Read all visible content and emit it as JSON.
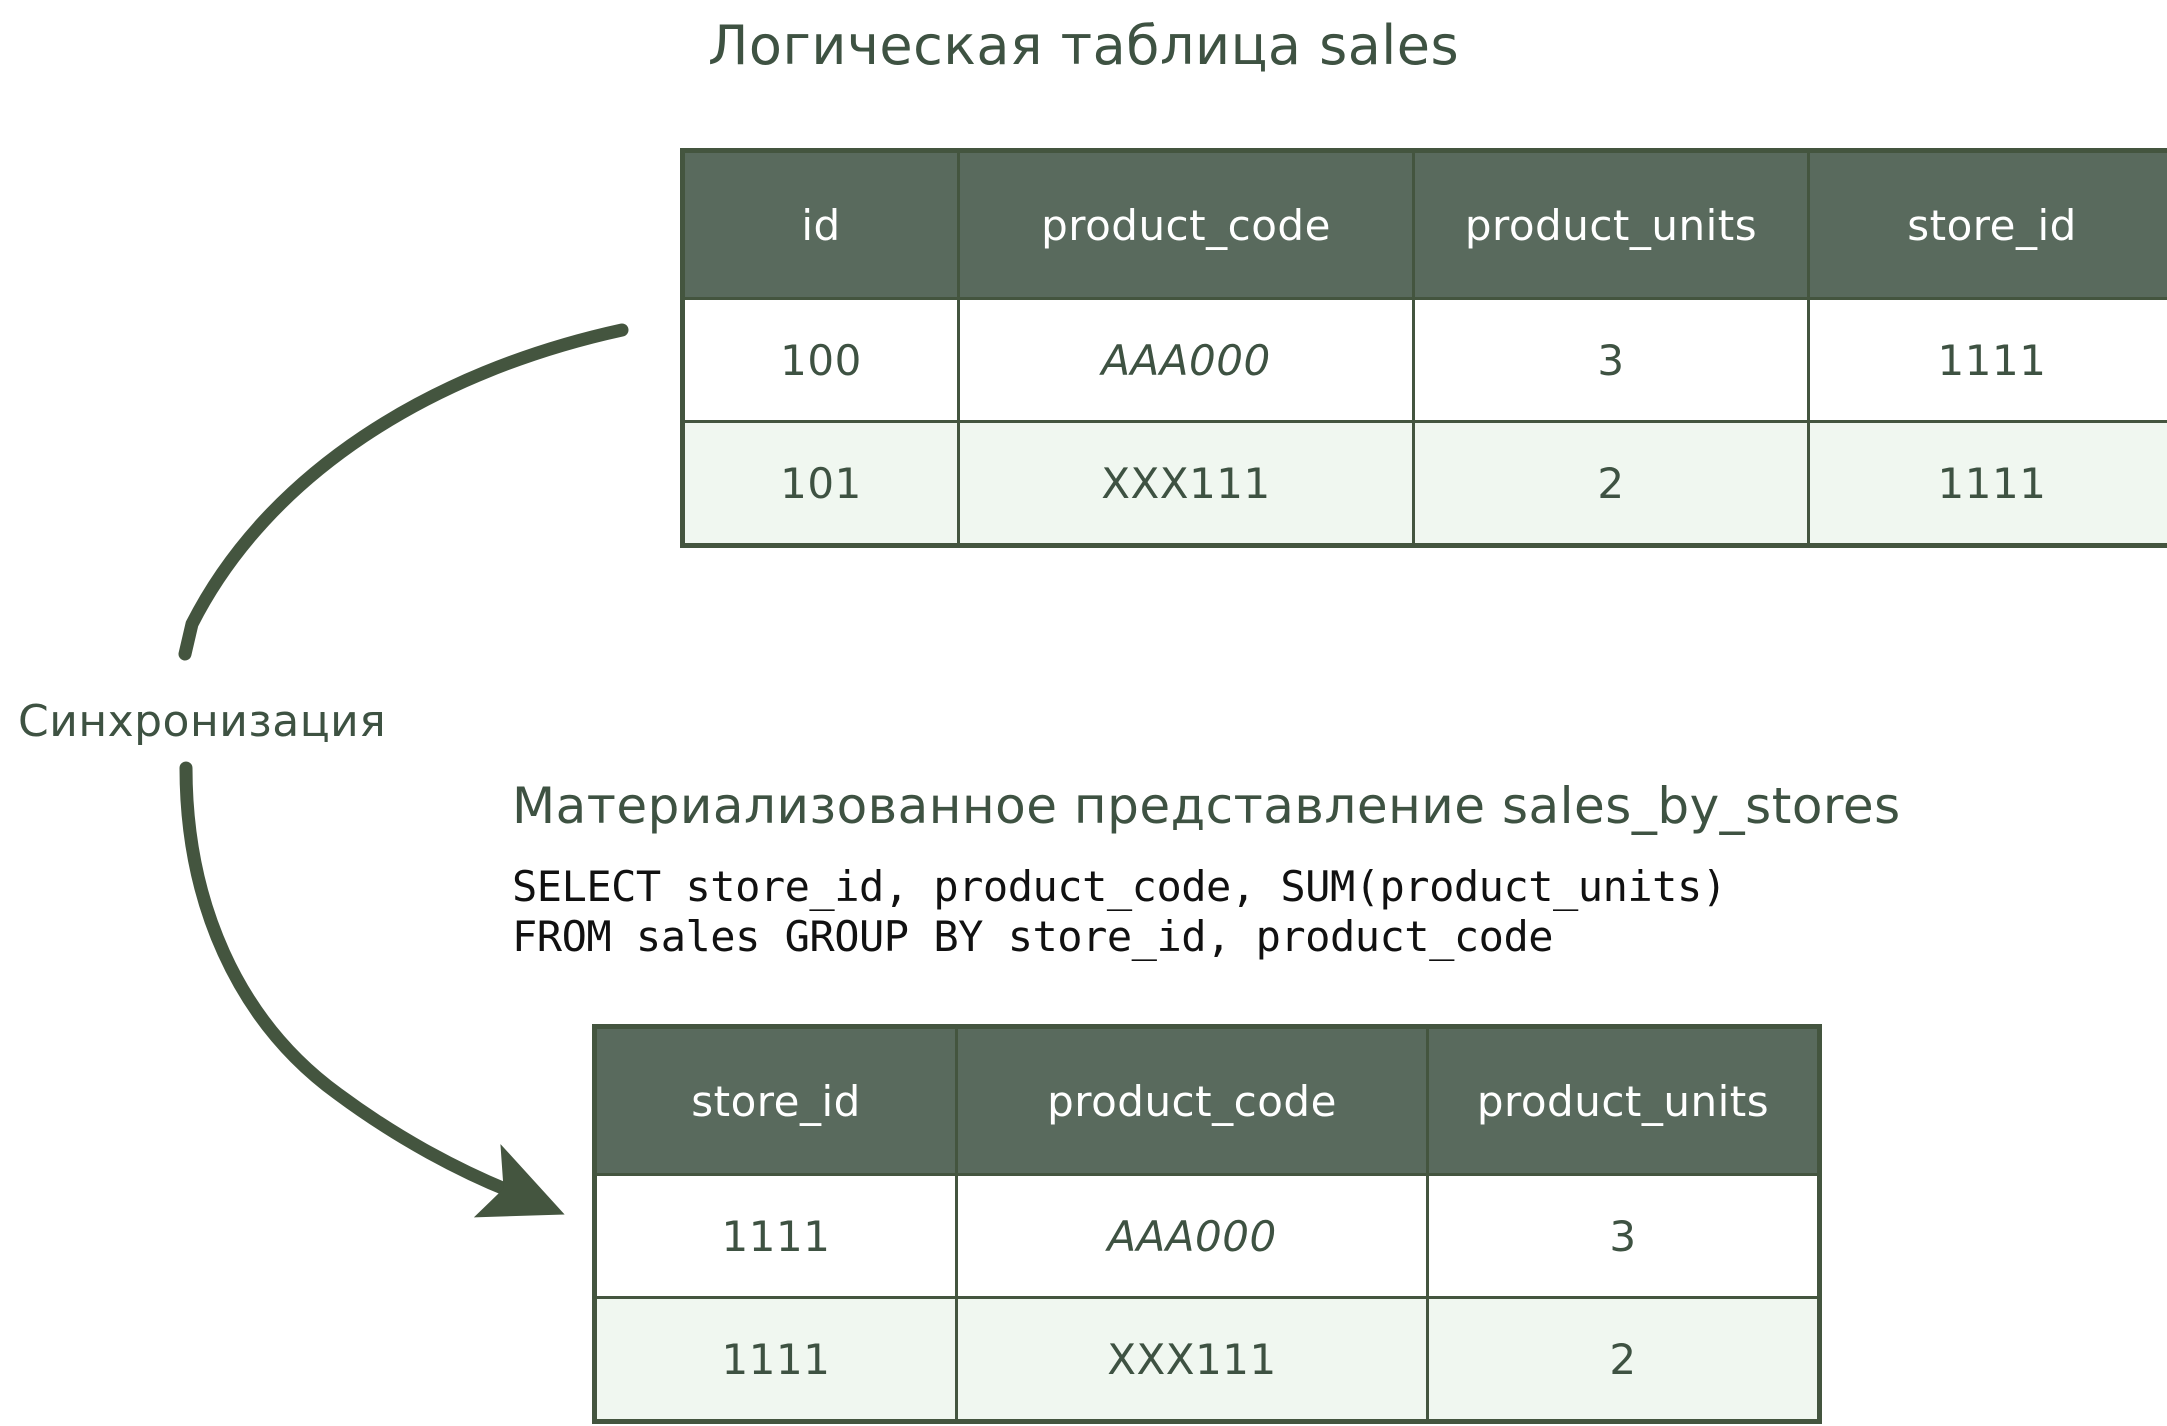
{
  "colors": {
    "ink": "#3E5242",
    "header_bg": "#596A5D",
    "border": "#44553F",
    "row_alt_bg": "#F0F7F0",
    "arrow": "#44553F",
    "sql_text": "#111111"
  },
  "diagram": {
    "sales_table_title": "Логическая таблица sales",
    "mv_title": "Материализованное представление sales_by_stores",
    "sync_label": "Синхронизация",
    "sql": "SELECT store_id, product_code, SUM(product_units)\nFROM sales GROUP BY store_id, product_code",
    "sql_lines": [
      "SELECT store_id, product_code, SUM(product_units)",
      "FROM sales GROUP BY store_id, product_code"
    ],
    "arrow": {
      "name": "sync-arrow",
      "direction": "from-sales-table-to-materialized-view"
    }
  },
  "sales_table": {
    "name": "sales",
    "columns": [
      "id",
      "product_code",
      "product_units",
      "store_id"
    ],
    "rows": [
      [
        "100",
        "AAA000",
        "3",
        "1111"
      ],
      [
        "101",
        "XXX111",
        "2",
        "1111"
      ]
    ]
  },
  "mv_table": {
    "name": "sales_by_stores",
    "columns": [
      "store_id",
      "product_code",
      "product_units"
    ],
    "rows": [
      [
        "1111",
        "AAA000",
        "3"
      ],
      [
        "1111",
        "XXX111",
        "2"
      ]
    ]
  }
}
